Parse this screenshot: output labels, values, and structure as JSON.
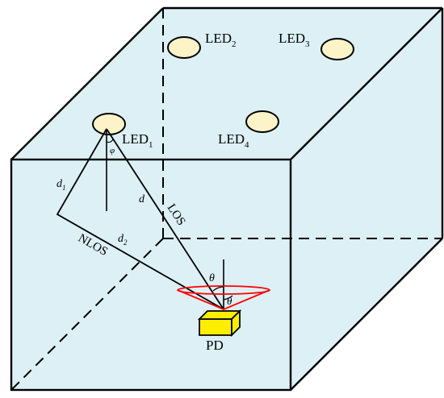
{
  "labels": {
    "led1": {
      "base": "LED",
      "sub": "1"
    },
    "led2": {
      "base": "LED",
      "sub": "2"
    },
    "led3": {
      "base": "LED",
      "sub": "3"
    },
    "led4": {
      "base": "LED",
      "sub": "4"
    },
    "phi": "φ",
    "d": "d",
    "d1": {
      "base": "d",
      "sub": "1"
    },
    "d2": {
      "base": "d",
      "sub": "2"
    },
    "los": "LOS",
    "nlos": "NLOS",
    "theta_upper": "θ",
    "theta_lower": "θ",
    "pd": "PD"
  },
  "colors": {
    "surface": "#dcefF6",
    "led_fill": "#fdf3c8",
    "pd_fill": "#ffee00",
    "fov_cone": "#ff0000",
    "edge": "#000000"
  }
}
